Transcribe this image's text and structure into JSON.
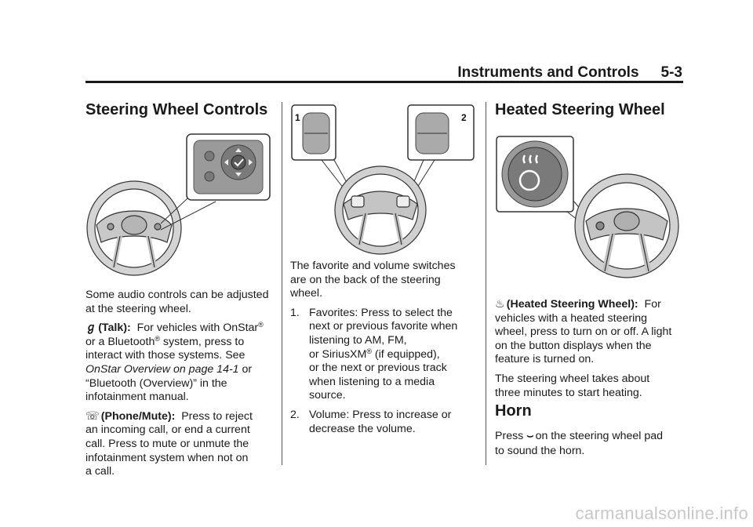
{
  "header": {
    "section": "Instruments and Controls",
    "page": "5-3"
  },
  "col1": {
    "heading": "Steering Wheel Controls",
    "intro": "Some audio controls can be adjusted at the steering wheel.",
    "talk": {
      "icon": "talk-icon",
      "label": "(Talk):",
      "line1": "For vehicles with OnStar",
      "sup1": "®",
      "line2": "or a Bluetooth",
      "sup2": "®",
      "line3": " system, press to",
      "line4": "interact with those systems. See",
      "ref": "OnStar Overview on page 14-1",
      "ref_after": " or",
      "line5": "“Bluetooth (Overview)” in the",
      "line6": "infotainment manual."
    },
    "phone": {
      "icon": "phone-mute-icon",
      "label": "(Phone/Mute):",
      "line1": "Press to reject",
      "line2": "an incoming call, or end a current",
      "line3": "call. Press to mute or unmute the",
      "line4": "infotainment system when not on",
      "line5": "a call."
    }
  },
  "col2": {
    "callout1": "1",
    "callout2": "2",
    "intro_l1": "The favorite and volume switches",
    "intro_l2": "are on the back of the steering",
    "intro_l3": "wheel.",
    "items": [
      {
        "num": "1.",
        "l1": "Favorites: Press to select the",
        "l2": "next or previous favorite when",
        "l3": "listening to AM, FM,",
        "l4a": "or SiriusXM",
        "sup": "®",
        "l4b": " (if equipped),",
        "l5": "or the next or previous track",
        "l6": "when listening to a media",
        "l7": "source."
      },
      {
        "num": "2.",
        "l1": "Volume: Press to increase or",
        "l2": "decrease the volume."
      }
    ]
  },
  "col3": {
    "heading1": "Heated Steering Wheel",
    "heated": {
      "icon": "heated-steering-wheel-icon",
      "label": "(Heated Steering Wheel):",
      "line1": "For",
      "line2": "vehicles with a heated steering",
      "line3": "wheel, press to turn on or off. A light",
      "line4": "on the button displays when the",
      "line5": "feature is turned on."
    },
    "warmup_l1": "The steering wheel takes about",
    "warmup_l2": "three minutes to start heating.",
    "heading2": "Horn",
    "horn_a": "Press",
    "horn_icon": "horn-icon",
    "horn_b": "on the steering wheel pad",
    "horn_l2": "to sound the horn."
  },
  "watermark": "carmanualsonline.info"
}
